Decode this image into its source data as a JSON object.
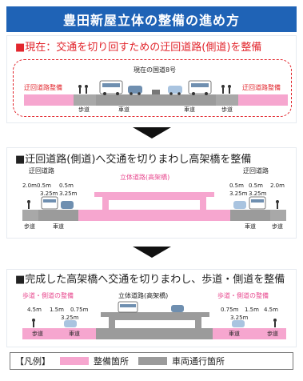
{
  "header": {
    "title": "豊田新屋立体の整備の進め方"
  },
  "step1": {
    "heading": "■現在：交通を切り回すための迂回道路(側道)を整備",
    "road_label": "現在の国道8号",
    "left_road": "迂回道路整備",
    "right_road": "迂回道路整備",
    "labels": [
      "歩道",
      "車道",
      "車道",
      "歩道"
    ]
  },
  "step2": {
    "heading": "■迂回道路(側道)へ交通を切りまわし高架橋を整備",
    "left_title": "迂回道路",
    "right_title": "迂回道路",
    "center_title": "立体道路(高架橋)",
    "left_dims": [
      "2.0m",
      "0.5m",
      "3.25m",
      "0.5m",
      "3.25m"
    ],
    "right_dims": [
      "0.5m",
      "3.25m",
      "0.5m",
      "2.0m",
      "3.25m"
    ],
    "labels": [
      "歩道",
      "車道",
      "車道",
      "歩道"
    ]
  },
  "step3": {
    "heading": "■完成した高架橋へ交通を切りまわし、歩道・側道を整備",
    "left_title": "歩道・側道の整備",
    "center_title": "立体道路(高架橋)",
    "right_title": "歩道・側道の整備",
    "left_dims": [
      "4.5m",
      "1.5m",
      "0.75m",
      "3.25m"
    ],
    "right_dims": [
      "0.75m",
      "1.5m",
      "4.5m",
      "3.25m"
    ],
    "labels": [
      "歩道",
      "車道",
      "車道",
      "歩道"
    ]
  },
  "legend": {
    "prefix": "【凡例】",
    "item1": "整備箇所",
    "item2": "車両通行箇所",
    "colors": {
      "pink": "#f6a6cf",
      "gray": "#9b9b9b"
    }
  },
  "colors": {
    "header_bg": "#1f63b6",
    "red": "#e2262d",
    "pink_text": "#e84a8f"
  }
}
